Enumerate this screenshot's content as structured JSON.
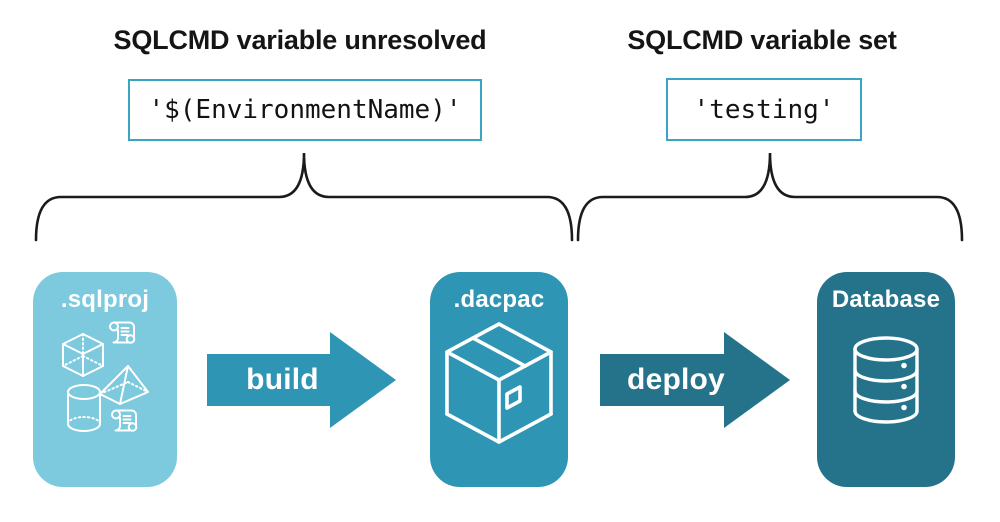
{
  "annotations": {
    "unresolved": {
      "heading": "SQLCMD variable unresolved",
      "code": "'$(EnvironmentName)'"
    },
    "set": {
      "heading": "SQLCMD variable set",
      "code": "'testing'"
    }
  },
  "pipeline": {
    "source_label": ".sqlproj",
    "build_label": "build",
    "artifact_label": ".dacpac",
    "deploy_label": "deploy",
    "target_label": "Database"
  },
  "icons": {
    "sqlproj_node": [
      "scroll-icon",
      "cube-icon",
      "pyramid-icon",
      "cylinder-icon",
      "scroll-icon"
    ],
    "dacpac_node": "package-icon",
    "database_node": "database-cylinder-icon"
  },
  "colors": {
    "light_teal": "#7DC9DE",
    "teal": "#2E96B4",
    "dark_teal": "#24738B",
    "code_border": "#3AA5C3",
    "ink": "#151515"
  }
}
